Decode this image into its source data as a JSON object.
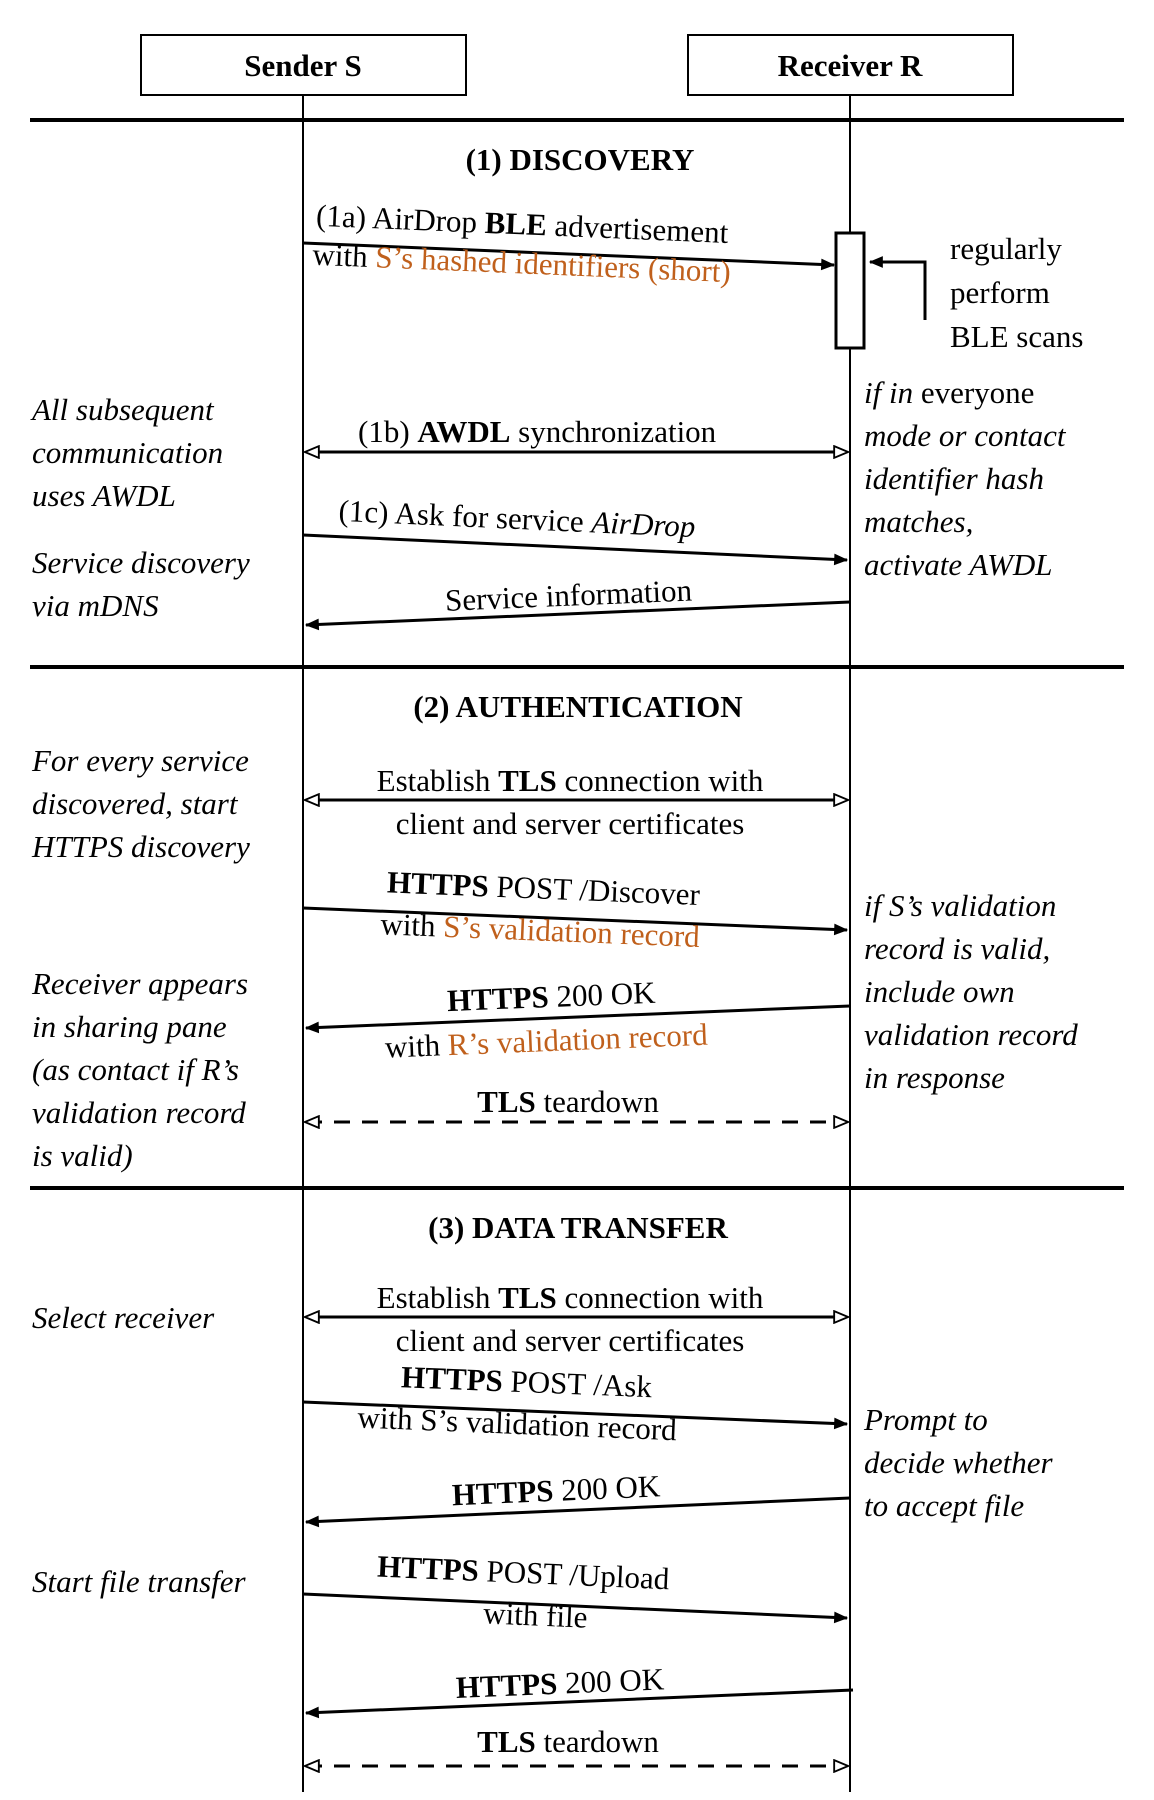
{
  "actors": {
    "sender": "Sender S",
    "receiver": "Receiver R"
  },
  "colors": {
    "highlight": "#c0601c",
    "line": "#000000"
  },
  "sections": [
    {
      "id": "discovery",
      "title": "(1) DISCOVERY"
    },
    {
      "id": "authentication",
      "title": "(2) AUTHENTICATION"
    },
    {
      "id": "data_transfer",
      "title": "(3) DATA TRANSFER"
    }
  ],
  "messages": {
    "m1a": {
      "prefix": "(1a) AirDrop ",
      "bold": "BLE",
      "suffix": " advertisement",
      "line2_prefix": "with ",
      "line2_highlight": "S’s hashed identifiers (short)",
      "direction": "sender-to-receiver",
      "style": "solid"
    },
    "m1b": {
      "prefix": "(1b) ",
      "bold": "AWDL",
      "suffix": " synchronization",
      "direction": "both",
      "style": "solid"
    },
    "m1c": {
      "prefix": "(1c) Ask for service ",
      "italic": "AirDrop",
      "direction": "sender-to-receiver",
      "style": "solid"
    },
    "m1d": {
      "text": "Service information",
      "direction": "receiver-to-sender",
      "style": "solid"
    },
    "m2a": {
      "prefix": "Establish ",
      "bold": "TLS",
      "suffix": " connection with",
      "line2": "client and server certificates",
      "direction": "both",
      "style": "solid"
    },
    "m2b": {
      "bold": "HTTPS",
      "suffix": " POST /Discover",
      "line2_prefix": "with ",
      "line2_highlight": "S’s validation record",
      "direction": "sender-to-receiver",
      "style": "solid"
    },
    "m2c": {
      "bold": "HTTPS",
      "suffix": " 200 OK",
      "line2_prefix": "with ",
      "line2_highlight": "R’s validation record",
      "direction": "receiver-to-sender",
      "style": "solid"
    },
    "m2d": {
      "bold": "TLS",
      "suffix": " teardown",
      "direction": "both",
      "style": "dashed"
    },
    "m3a": {
      "prefix": "Establish ",
      "bold": "TLS",
      "suffix": " connection with",
      "line2": "client and server certificates",
      "direction": "both",
      "style": "solid"
    },
    "m3b": {
      "bold": "HTTPS",
      "suffix": " POST /Ask",
      "line2": "with S’s validation record",
      "direction": "sender-to-receiver",
      "style": "solid"
    },
    "m3c": {
      "bold": "HTTPS",
      "suffix": " 200 OK",
      "direction": "receiver-to-sender",
      "style": "solid"
    },
    "m3d": {
      "bold": "HTTPS",
      "suffix": " POST /Upload",
      "line2": "with file",
      "direction": "sender-to-receiver",
      "style": "solid"
    },
    "m3e": {
      "bold": "HTTPS",
      "suffix": " 200 OK",
      "direction": "receiver-to-sender",
      "style": "solid"
    },
    "m3f": {
      "bold": "TLS",
      "suffix": " teardown",
      "direction": "both",
      "style": "dashed"
    }
  },
  "self_loop": [
    "regularly",
    "perform",
    "BLE scans"
  ],
  "notes_left": {
    "awdl": [
      "All subsequent",
      "communication",
      "uses AWDL"
    ],
    "mdns": [
      "Service discovery",
      "via mDNS"
    ],
    "https_discovery": [
      "For every service",
      "discovered, start",
      "HTTPS discovery"
    ],
    "appears": [
      "Receiver appears",
      "in sharing pane",
      "(as contact if R’s",
      "validation record",
      "is valid)"
    ],
    "select": [
      "Select receiver"
    ],
    "start": [
      "Start file transfer"
    ]
  },
  "notes_right": {
    "awdl_activate": {
      "l1_italic": "if in",
      "l1_normal": " everyone",
      "l2": "mode or contact",
      "l3": "identifier hash",
      "l4": "matches,",
      "l5": "activate AWDL"
    },
    "validation": [
      "if S’s validation",
      "record is valid,",
      "include own",
      "validation record",
      "in response"
    ],
    "prompt": [
      "Prompt to",
      "decide whether",
      "to accept file"
    ]
  }
}
